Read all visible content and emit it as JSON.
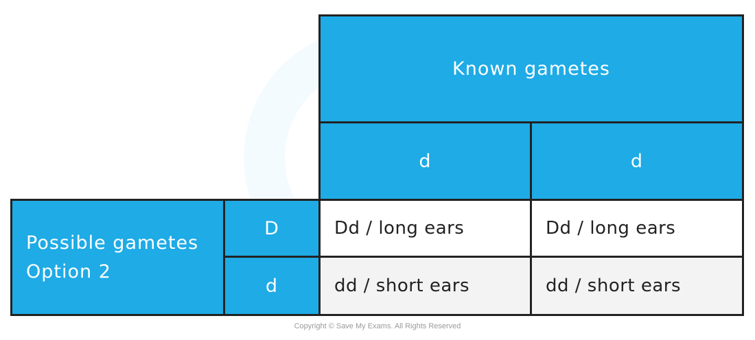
{
  "table": {
    "column_header": "Known gametes",
    "column_gametes": [
      "d",
      "d"
    ],
    "row_header": "Possible gametes Option 2",
    "row_gametes": [
      "D",
      "d"
    ],
    "cells": [
      [
        "Dd / long ears",
        "Dd / long ears"
      ],
      [
        "dd / short ears",
        "dd / short ears"
      ]
    ]
  },
  "colors": {
    "header_blue": "#1eabe6",
    "border": "#222222",
    "row_alt": "#f3f3f3"
  },
  "footer": {
    "copyright": "Copyright © Save My Exams. All Rights Reserved"
  }
}
